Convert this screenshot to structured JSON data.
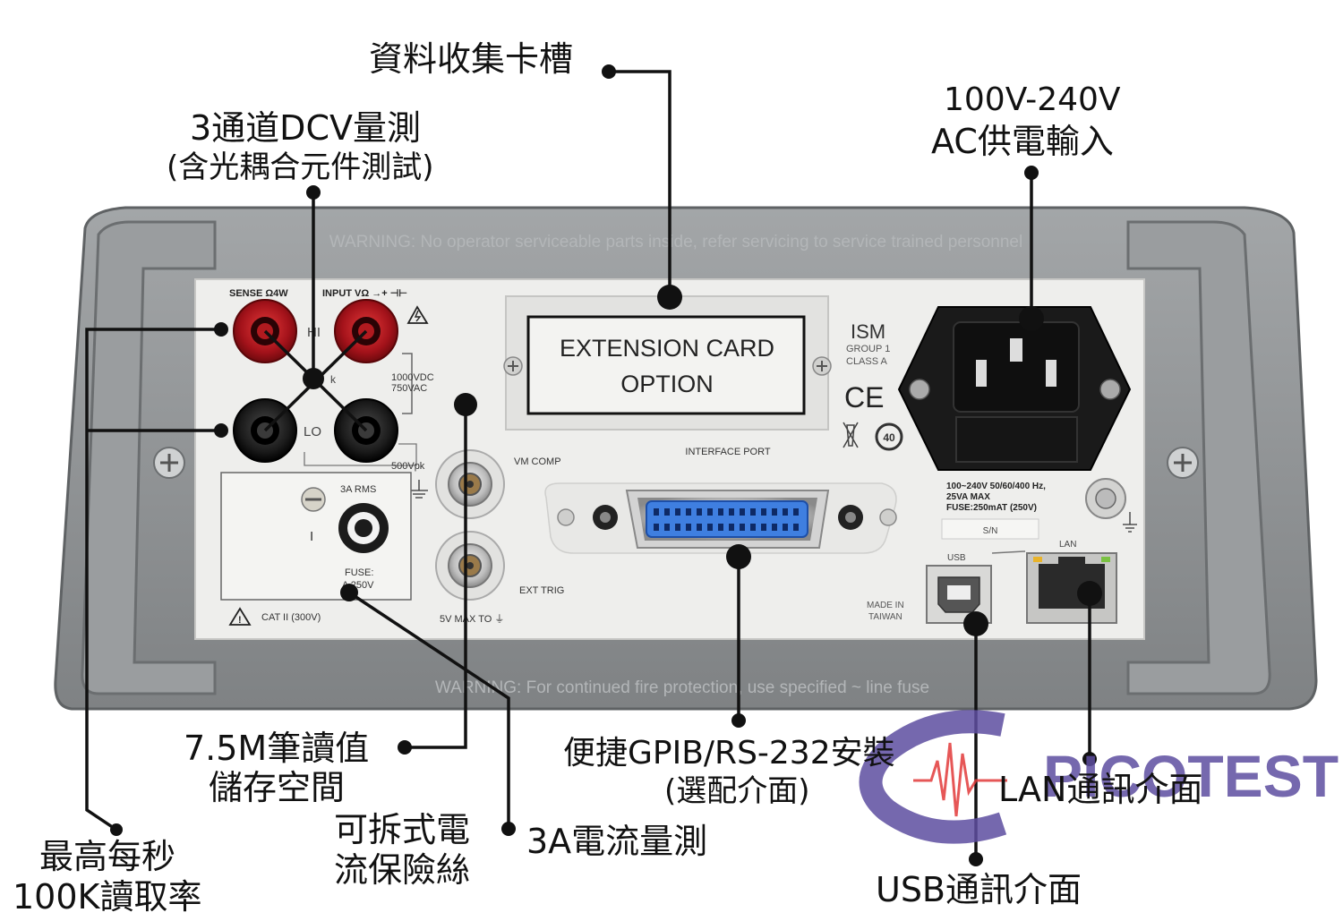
{
  "callouts": {
    "card_slot": "資料收集卡槽",
    "dcv_line1": "3通道DCV量測",
    "dcv_line2": "(含光耦合元件測試)",
    "power_line1": "100V-240V",
    "power_line2": "AC供電輸入",
    "memory_line1": "7.5M筆讀值",
    "memory_line2": "儲存空間",
    "gpib_line1": "便捷GPIB/RS-232安裝",
    "gpib_line2": "(選配介面)",
    "lan": "LAN通訊介面",
    "rate_line1": "最高每秒",
    "rate_line2": "100K讀取率",
    "fuse_line1": "可拆式電",
    "fuse_line2": "流保險絲",
    "current": "3A電流量測",
    "usb": "USB通訊介面"
  },
  "panel": {
    "warning_top": "WARNING: No operator serviceable parts inside, refer servicing to service trained personnel",
    "warning_bottom": "WARNING: For continued fire protection, use specified ~ line fuse",
    "sense_label": "SENSE Ω4W",
    "input_label": "INPUT VΩ →+ ⊣⊢",
    "hi_label": "HI",
    "lo_label": "LO",
    "k_label": "k",
    "dc_rating_1": "1000VDC",
    "dc_rating_2": "750VAC",
    "vpk_rating": "500Vpk",
    "three_a_rms": "3A RMS",
    "i_label": "I",
    "fuse_label_1": "FUSE:",
    "fuse_label_2": "A 250V",
    "cat_label": "CAT II (300V)",
    "vm_comp": "VM COMP",
    "ext_trig": "EXT TRIG",
    "max_to": "5V MAX TO ⏚",
    "ext_card_1": "EXTENSION CARD",
    "ext_card_2": "OPTION",
    "interface_port": "INTERFACE PORT",
    "ism": "ISM",
    "group": "GROUP 1",
    "class": "CLASS A",
    "ce": "CE",
    "power_spec_1": "100~240V 50/60/400 Hz,",
    "power_spec_2": "25VA MAX",
    "power_spec_3": "FUSE:250mAT (250V)",
    "sn": "S/N",
    "usb_port_label": "USB",
    "lan_port_label": "LAN",
    "made_in_1": "MADE IN",
    "made_in_2": "TAIWAN",
    "forty": "40"
  },
  "watermark": {
    "brand": "PICOTEST"
  },
  "colors": {
    "chassis": "#8f9294",
    "chassis_dark": "#6e7173",
    "panel": "#ededeb",
    "terminal_red": "#b8141a",
    "terminal_black": "#1b1b1b",
    "gpib_blue": "#3f7fe0",
    "watermark_purple": "#5e4ea0",
    "watermark_red": "#e23a3a"
  }
}
